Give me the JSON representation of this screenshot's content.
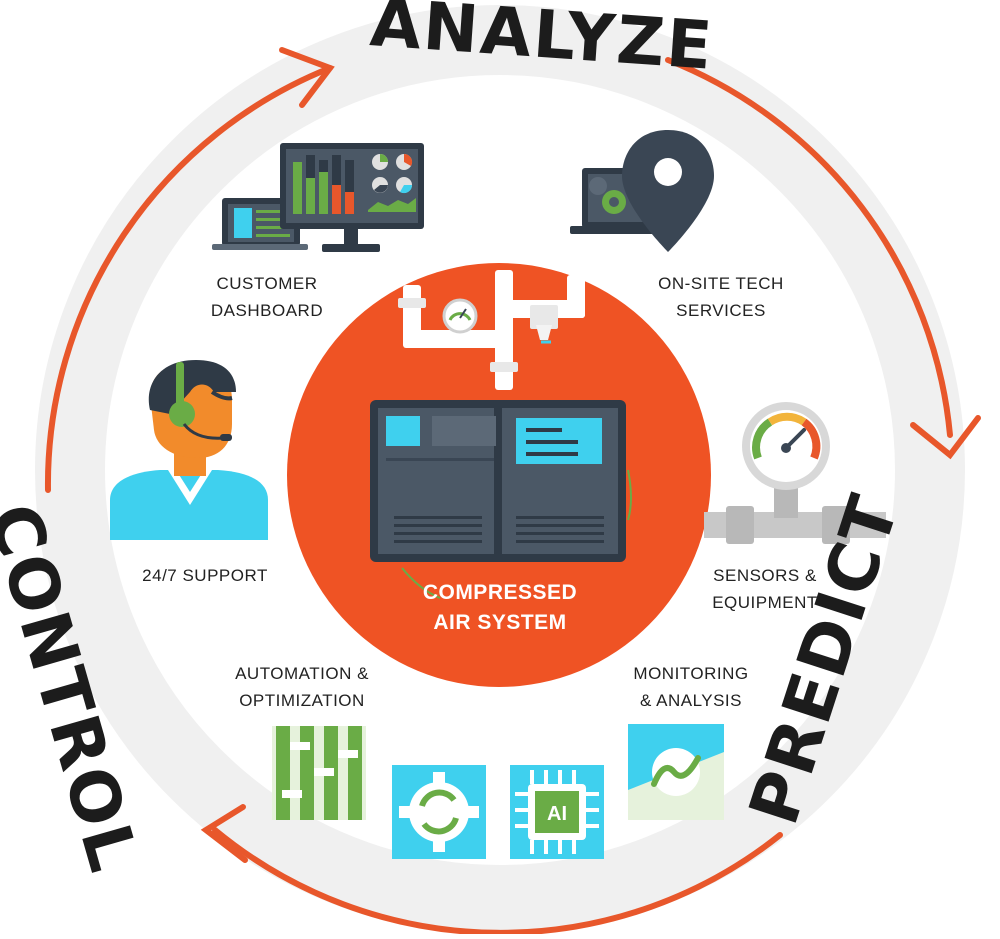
{
  "stages": {
    "analyze": "ANALYZE",
    "predict": "PREDICT",
    "control": "CONTROL"
  },
  "center": {
    "line1": "COMPRESSED",
    "line2": "AIR SYSTEM"
  },
  "items": {
    "customer_dashboard": {
      "line1": "CUSTOMER",
      "line2": "DASHBOARD"
    },
    "onsite_tech": {
      "line1": "ON-SITE TECH",
      "line2": "SERVICES"
    },
    "support": {
      "line1": "24/7 SUPPORT"
    },
    "sensors": {
      "line1": "SENSORS &",
      "line2": "EQUIPMENT"
    },
    "automation": {
      "line1": "AUTOMATION &",
      "line2": "OPTIMIZATION"
    },
    "monitoring": {
      "line1": "MONITORING",
      "line2": "& ANALYSIS"
    }
  },
  "ai_chip_label": "AI",
  "colors": {
    "orange": "#ef5324",
    "arrow": "#e8572b",
    "navy": "#3a4654",
    "cyan": "#3fd0ee",
    "green": "#6aac46",
    "gray": "#c8c8c8",
    "ring": "#f0f0f0"
  }
}
